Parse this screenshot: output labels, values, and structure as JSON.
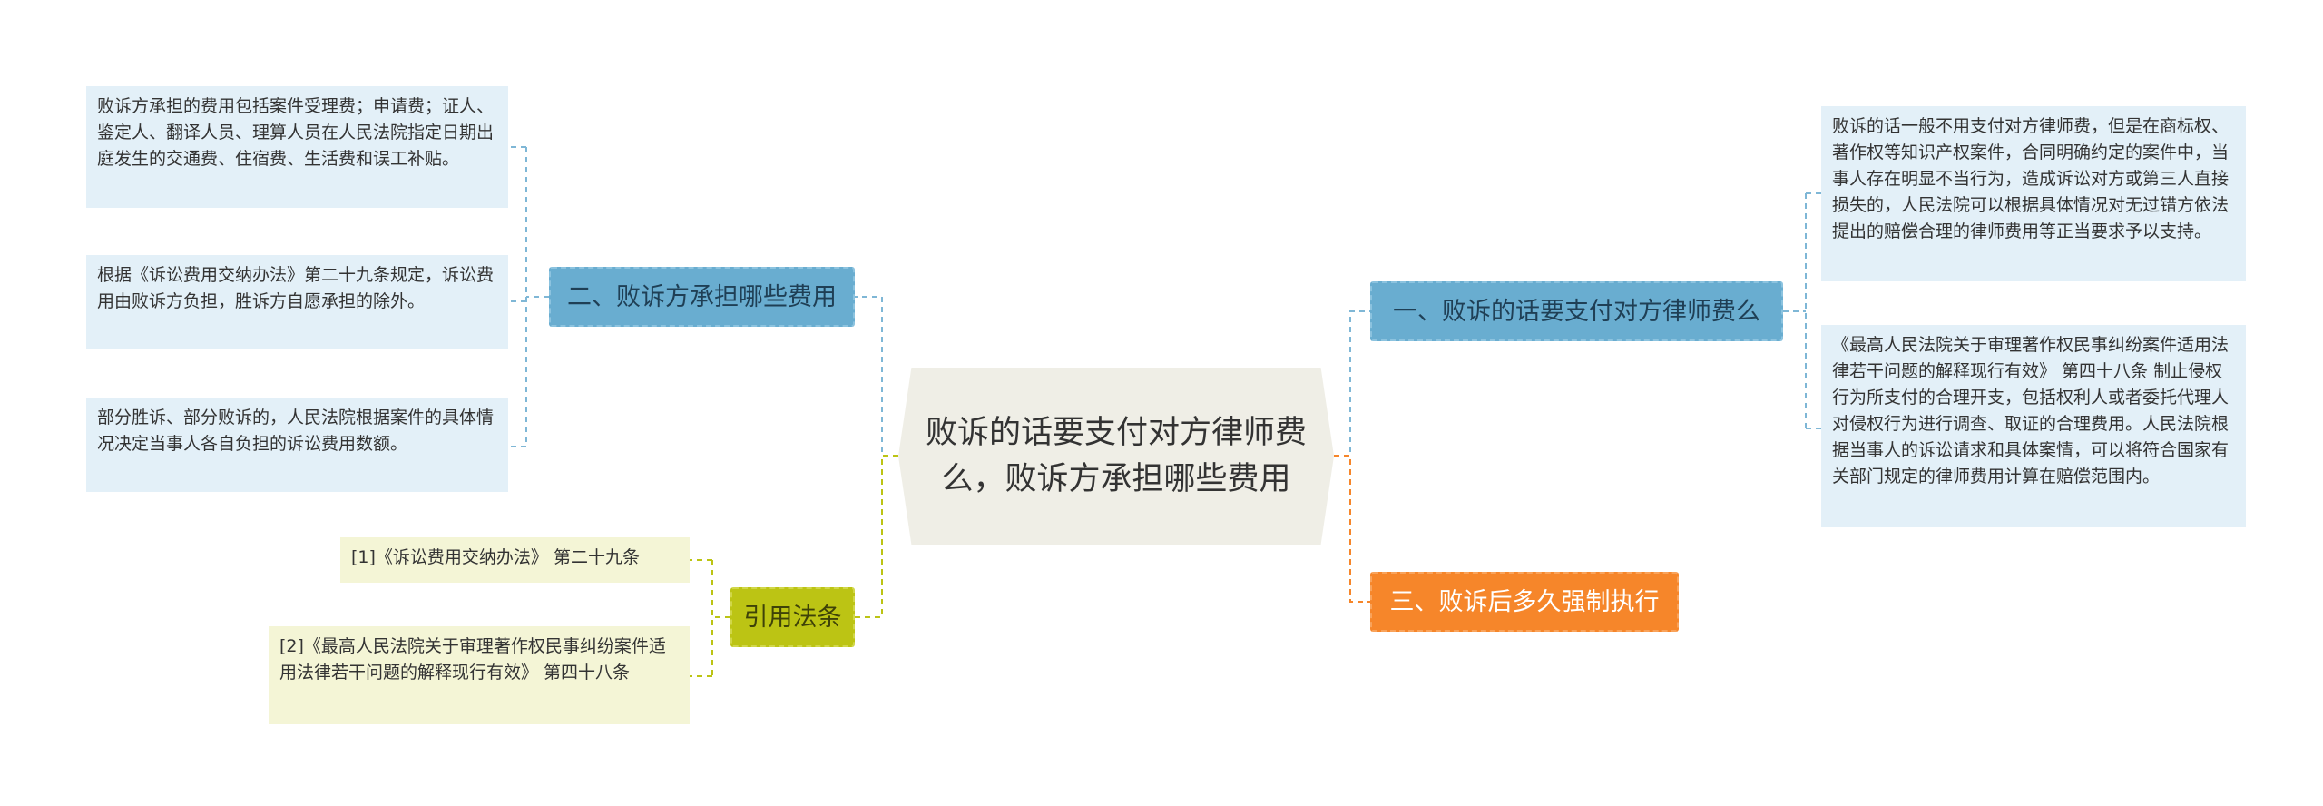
{
  "root": {
    "title": "败诉的话要支付对方律师费么，败诉方承担哪些费用"
  },
  "branches": {
    "b1": {
      "label": "一、败诉的话要支付对方律师费么"
    },
    "b2": {
      "label": "二、败诉方承担哪些费用"
    },
    "b3": {
      "label": "三、败诉后多久强制执行"
    },
    "b4": {
      "label": "引用法条"
    }
  },
  "leaves": {
    "b1_1": "败诉的话一般不用支付对方律师费，但是在商标权、著作权等知识产权案件，合同明确约定的案件中，当事人存在明显不当行为，造成诉讼对方或第三人直接损失的，人民法院可以根据具体情况对无过错方依法提出的赔偿合理的律师费用等正当要求予以支持。",
    "b1_2": "《最高人民法院关于审理著作权民事纠纷案件适用法律若干问题的解释现行有效》 第四十八条 制止侵权行为所支付的合理开支，包括权利人或者委托代理人对侵权行为进行调查、取证的合理费用。人民法院根据当事人的诉讼请求和具体案情，可以将符合国家有关部门规定的律师费用计算在赔偿范围内。",
    "b2_1": "败诉方承担的费用包括案件受理费；申请费；证人、鉴定人、翻译人员、理算人员在人民法院指定日期出庭发生的交通费、住宿费、生活费和误工补贴。",
    "b2_2": "根据《诉讼费用交纳办法》第二十九条规定，诉讼费用由败诉方负担，胜诉方自愿承担的除外。",
    "b2_3": "部分胜诉、部分败诉的，人民法院根据案件的具体情况决定当事人各自负担的诉讼费用数额。",
    "b4_1": "[1]《诉讼费用交纳办法》 第二十九条",
    "b4_2": "[2]《最高人民法院关于审理著作权民事纠纷案件适用法律若干问题的解释现行有效》 第四十八条"
  },
  "colors": {
    "blue_branch": "#69add0",
    "olive_branch": "#bcc414",
    "orange_branch": "#f6862a",
    "blue_leaf_bg": "#e3f0f8",
    "yellow_leaf_bg": "#f4f5d6",
    "root_bg": "#efeee6"
  }
}
